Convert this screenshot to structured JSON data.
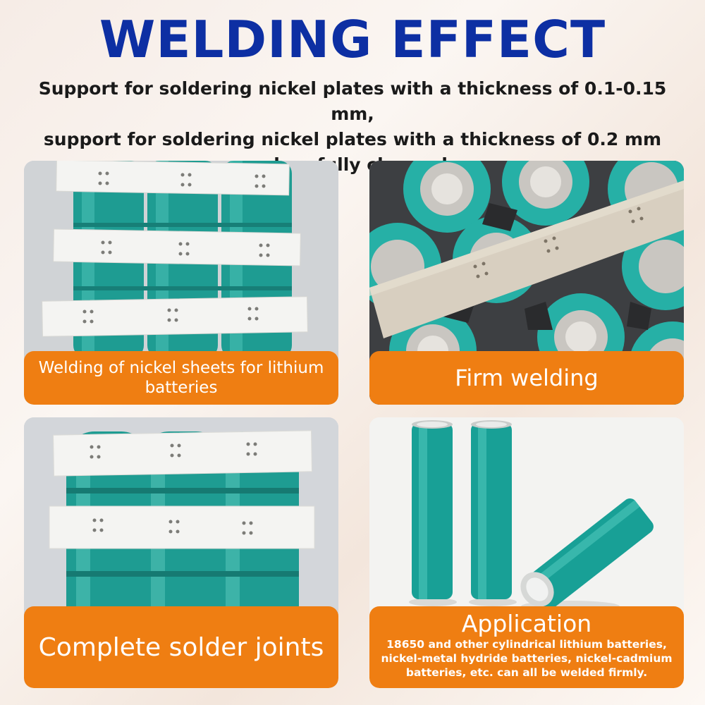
{
  "title": "WELDING EFFECT",
  "subtitle": {
    "line1": "Support for soldering nickel plates with a thickness of 0.1-0.15 mm,",
    "line2": "support for soldering nickel plates with a thickness of 0.2 mm",
    "line3": "when fully charged"
  },
  "panels": [
    {
      "label": "Welding of nickel sheets for lithium batteries"
    },
    {
      "label": "Firm welding"
    },
    {
      "label": "Complete solder joints"
    },
    {
      "heading": "Application",
      "body_line1": "18650 and other cylindrical lithium batteries,",
      "body_line2": "nickel-metal hydride batteries, nickel-cadmium",
      "body_line3": "batteries, etc. can all be welded firmly."
    }
  ],
  "colors": {
    "title": "#0d2fa3",
    "label_bg": "#ef7e12",
    "battery": "#1ea39a"
  }
}
